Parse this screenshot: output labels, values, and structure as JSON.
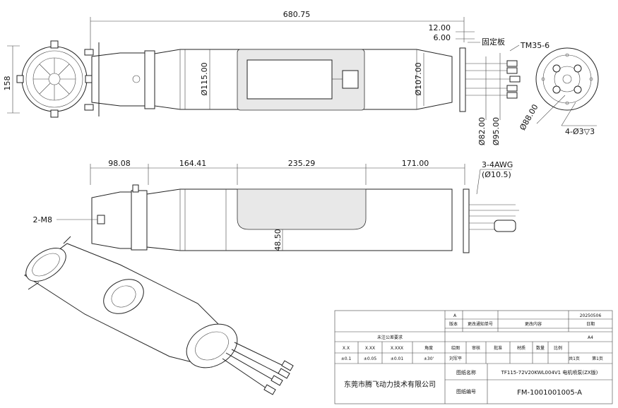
{
  "dimensions": {
    "overall_length": "680.75",
    "plate_gap_12": "12.00",
    "plate_gap_6": "6.00",
    "fixed_plate": "固定板",
    "terminal": "TM35-6",
    "height_158": "158",
    "dia_115": "Ø115.00",
    "dia_107": "Ø107.00",
    "dia_82": "Ø82.00",
    "dia_95": "Ø95.00",
    "dia_88": "Ø88.00",
    "holes": "4-Ø3▽3",
    "seg1": "98.08",
    "seg2": "164.41",
    "seg3": "235.29",
    "seg4": "171.00",
    "awg": "3-4AWG",
    "awg_dia": "(Ø10.5)",
    "m8": "2-M8",
    "depth": "48.50"
  },
  "title_block": {
    "rev_header": "A",
    "date_value": "20250506",
    "version": "版本",
    "change_notice": "更改通知单号",
    "change_content": "更改内容",
    "date": "日期",
    "tolerance_title": "未注公差要求",
    "size_a4": "A4",
    "tol_h1": "X.X",
    "tol_h2": "X.XX",
    "tol_h3": "X.XXX",
    "tol_h4": "角度",
    "tol_v1": "±0.1",
    "tol_v2": "±0.05",
    "tol_v3": "±0.01",
    "tol_v4": "±30'",
    "draw": "绘图",
    "review": "审核",
    "approve": "批准",
    "material": "材质",
    "quantity": "数量",
    "scale": "比例",
    "drawer_name": "刘军平",
    "sheets_total": "共1页",
    "sheet_no": "第1页",
    "company": "东莞市腾飞动力技术有限公司",
    "name_label": "图纸名称",
    "name_value": "TF115-72V20KWL004V1 电机喷泵(ZX版)",
    "no_label": "图纸编号",
    "no_value": "FM-1001001005-A"
  }
}
